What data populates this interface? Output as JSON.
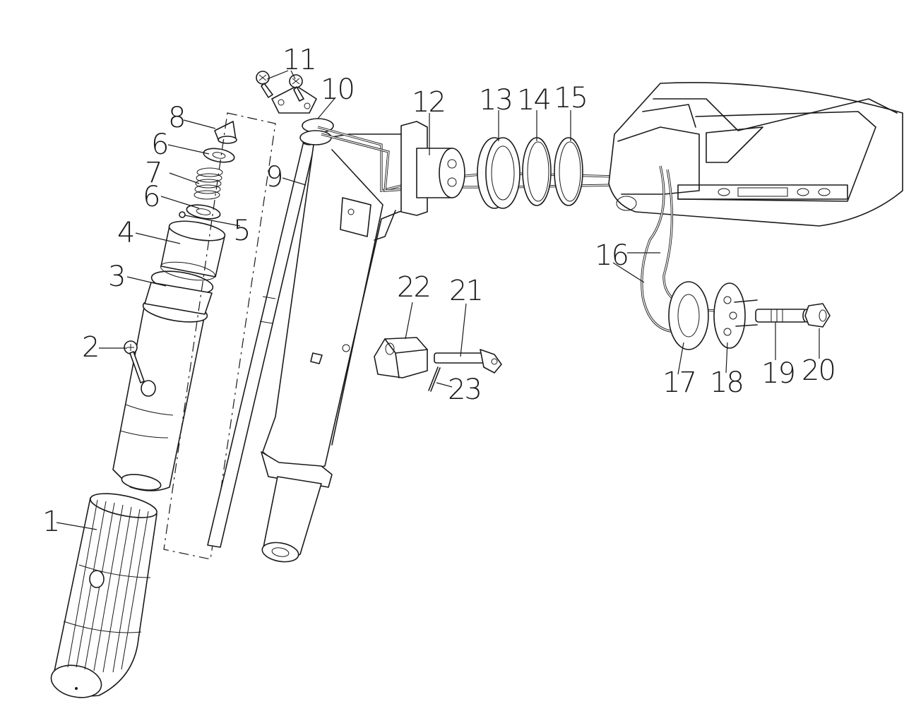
{
  "callouts": [
    {
      "id": "1",
      "label": "1"
    },
    {
      "id": "2",
      "label": "2"
    },
    {
      "id": "3",
      "label": "3"
    },
    {
      "id": "4",
      "label": "4"
    },
    {
      "id": "5",
      "label": "5"
    },
    {
      "id": "6a",
      "label": "6"
    },
    {
      "id": "6b",
      "label": "6"
    },
    {
      "id": "7",
      "label": "7"
    },
    {
      "id": "8",
      "label": "8"
    },
    {
      "id": "9",
      "label": "9"
    },
    {
      "id": "10",
      "label": "10"
    },
    {
      "id": "11",
      "label": "11"
    },
    {
      "id": "12",
      "label": "12"
    },
    {
      "id": "13",
      "label": "13"
    },
    {
      "id": "14",
      "label": "14"
    },
    {
      "id": "15",
      "label": "15"
    },
    {
      "id": "16",
      "label": "16"
    },
    {
      "id": "17",
      "label": "17"
    },
    {
      "id": "18",
      "label": "18"
    },
    {
      "id": "19",
      "label": "19"
    },
    {
      "id": "20",
      "label": "20"
    },
    {
      "id": "21",
      "label": "21"
    },
    {
      "id": "22",
      "label": "22"
    },
    {
      "id": "23",
      "label": "23"
    }
  ]
}
